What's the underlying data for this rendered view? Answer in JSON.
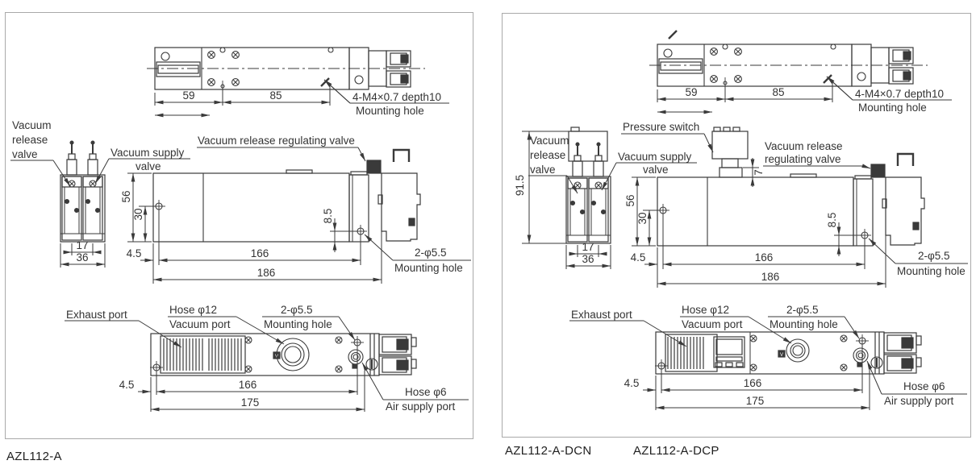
{
  "left": {
    "caption": "AZL112-A",
    "top": {
      "d59": "59",
      "d85": "85",
      "hole1": "4-M4×0.7 depth10",
      "hole2": "Mounting hole"
    },
    "side": {
      "rel1": "Vacuum",
      "rel2": "release",
      "rel3": "valve",
      "d17": "17",
      "d36": "36"
    },
    "front": {
      "sup1": "Vacuum supply",
      "sup2": "valve",
      "reg": "Vacuum release regulating valve",
      "d56": "56",
      "d30": "30",
      "d8_5": "8.5",
      "d4_5": "4.5",
      "d166": "166",
      "d186": "186",
      "hole1": "2-φ5.5",
      "hole2": "Mounting hole"
    },
    "bottom": {
      "exhaust": "Exhaust port",
      "hose12": "Hose φ12",
      "vport": "Vacuum port",
      "hole1": "2-φ5.5",
      "hole2": "Mounting hole",
      "d4_5": "4.5",
      "d166": "166",
      "d175": "175",
      "hose6": "Hose φ6",
      "airport": "Air supply port"
    }
  },
  "right": {
    "caption_dcn": "AZL112-A-DCN",
    "caption_dcp": "AZL112-A-DCP",
    "top": {
      "d59": "59",
      "d85": "85",
      "hole1": "4-M4×0.7 depth10",
      "hole2": "Mounting hole"
    },
    "side": {
      "rel1": "Vacuum",
      "rel2": "release",
      "rel3": "valve",
      "d91_5": "91.5",
      "d17": "17",
      "d36": "36"
    },
    "front": {
      "pressure": "Pressure switch",
      "sup1": "Vacuum supply",
      "sup2": "valve",
      "reg1": "Vacuum release",
      "reg2": "regulating valve",
      "d7": "7",
      "d56": "56",
      "d30": "30",
      "d8_5": "8.5",
      "d4_5": "4.5",
      "d166": "166",
      "d186": "186",
      "hole1": "2-φ5.5",
      "hole2": "Mounting hole"
    },
    "bottom": {
      "exhaust": "Exhaust port",
      "hose12": "Hose φ12",
      "vport": "Vacuum port",
      "hole1": "2-φ5.5",
      "hole2": "Mounting hole",
      "d4_5": "4.5",
      "d166": "166",
      "d175": "175",
      "hose6": "Hose φ6",
      "airport": "Air supply port"
    }
  }
}
